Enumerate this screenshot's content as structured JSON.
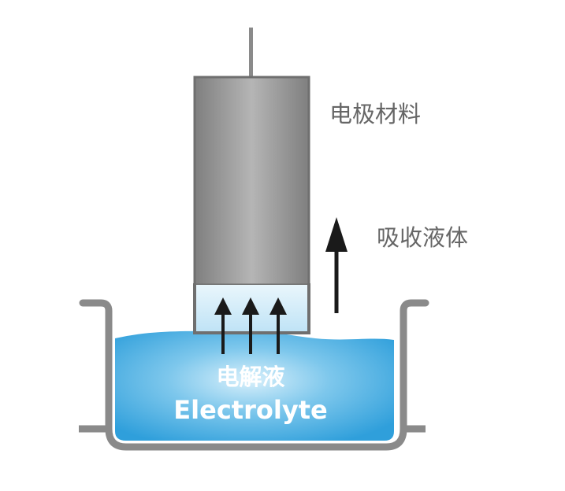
{
  "labels": {
    "electrode_material": "电极材料",
    "absorb_liquid": "吸收液体",
    "electrolyte_cn": "电解液",
    "electrolyte_en": "Electrolyte"
  },
  "colors": {
    "electrode_gray": "#a0a0a0",
    "container_gray": "#8a8a8a",
    "electrolyte_blue": "#3fa9dd",
    "absorbed_zone": "#e2f2fa",
    "arrow": "#1a1a1a",
    "text_gray": "#666666",
    "text_white": "#ffffff"
  }
}
